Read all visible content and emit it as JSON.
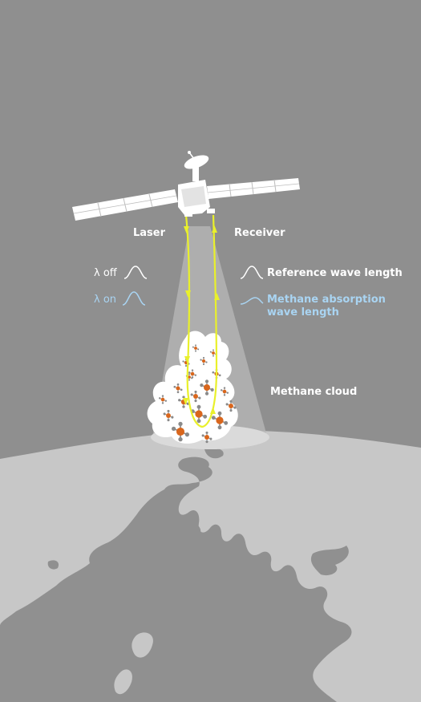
{
  "labels": {
    "laser": "Laser",
    "receiver": "Receiver",
    "lambda_off": "λ off",
    "lambda_on": "λ on",
    "reference": "Reference wave length",
    "methane_absorption_1": "Methane absorption",
    "methane_absorption_2": "wave length",
    "methane_cloud": "Methane cloud"
  },
  "colors": {
    "background": "#8f8f8f",
    "earth_ocean": "#c7c7c7",
    "land": "#909090",
    "beam": "#e9f02b",
    "pulse_on": "#a9d4f2",
    "molecule_carbon": "#d9661c",
    "molecule_hydrogen": "#8a8a8a"
  },
  "icons": [
    "satellite-icon",
    "pulse-off-icon",
    "pulse-on-icon",
    "reference-pulse-icon",
    "absorption-pulse-icon",
    "methane-molecule-icon"
  ]
}
